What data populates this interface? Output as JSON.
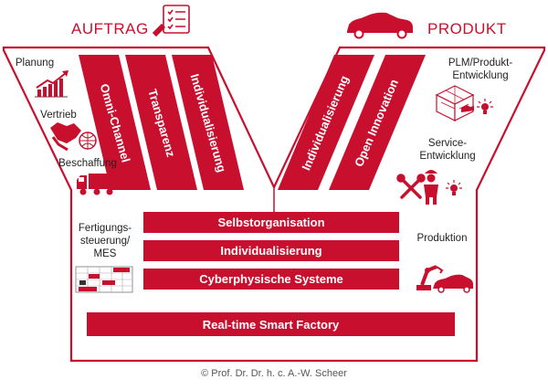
{
  "headers": {
    "left": "AUFTRAG",
    "right": "PRODUKT"
  },
  "left_labels": {
    "planung": "Planung",
    "vertrieb": "Vertrieb",
    "beschaffung": "Beschaffung",
    "fertigung_line1": "Fertigungs-",
    "fertigung_line2": "steuerung/",
    "fertigung_line3": "MES"
  },
  "right_labels": {
    "plm_line1": "PLM/Produkt-",
    "plm_line2": "Entwicklung",
    "service_line1": "Service-",
    "service_line2": "Entwicklung",
    "produktion": "Produktion"
  },
  "left_stripes": [
    "Omni-Channel",
    "Transparenz",
    "Individualisierung"
  ],
  "right_stripes": [
    "Individualisierung",
    "Open Innovation"
  ],
  "bars": [
    "Selbstorganisation",
    "Individualisierung",
    "Cyberphysische Systeme"
  ],
  "bottom_bar": "Real-time Smart Factory",
  "copyright": "© Prof. Dr. Dr. h. c. A.-W. Scheer",
  "colors": {
    "accent": "#c8102e",
    "outline": "#c8102e"
  },
  "icons": [
    "clipboard-checklist-icon",
    "car-icon",
    "rising-chart-icon",
    "handshake-globe-icon",
    "truck-icon",
    "schedule-table-icon",
    "cube-3d-icon",
    "lightbulb-icon",
    "tools-icon",
    "worker-icon",
    "robot-car-icon"
  ]
}
